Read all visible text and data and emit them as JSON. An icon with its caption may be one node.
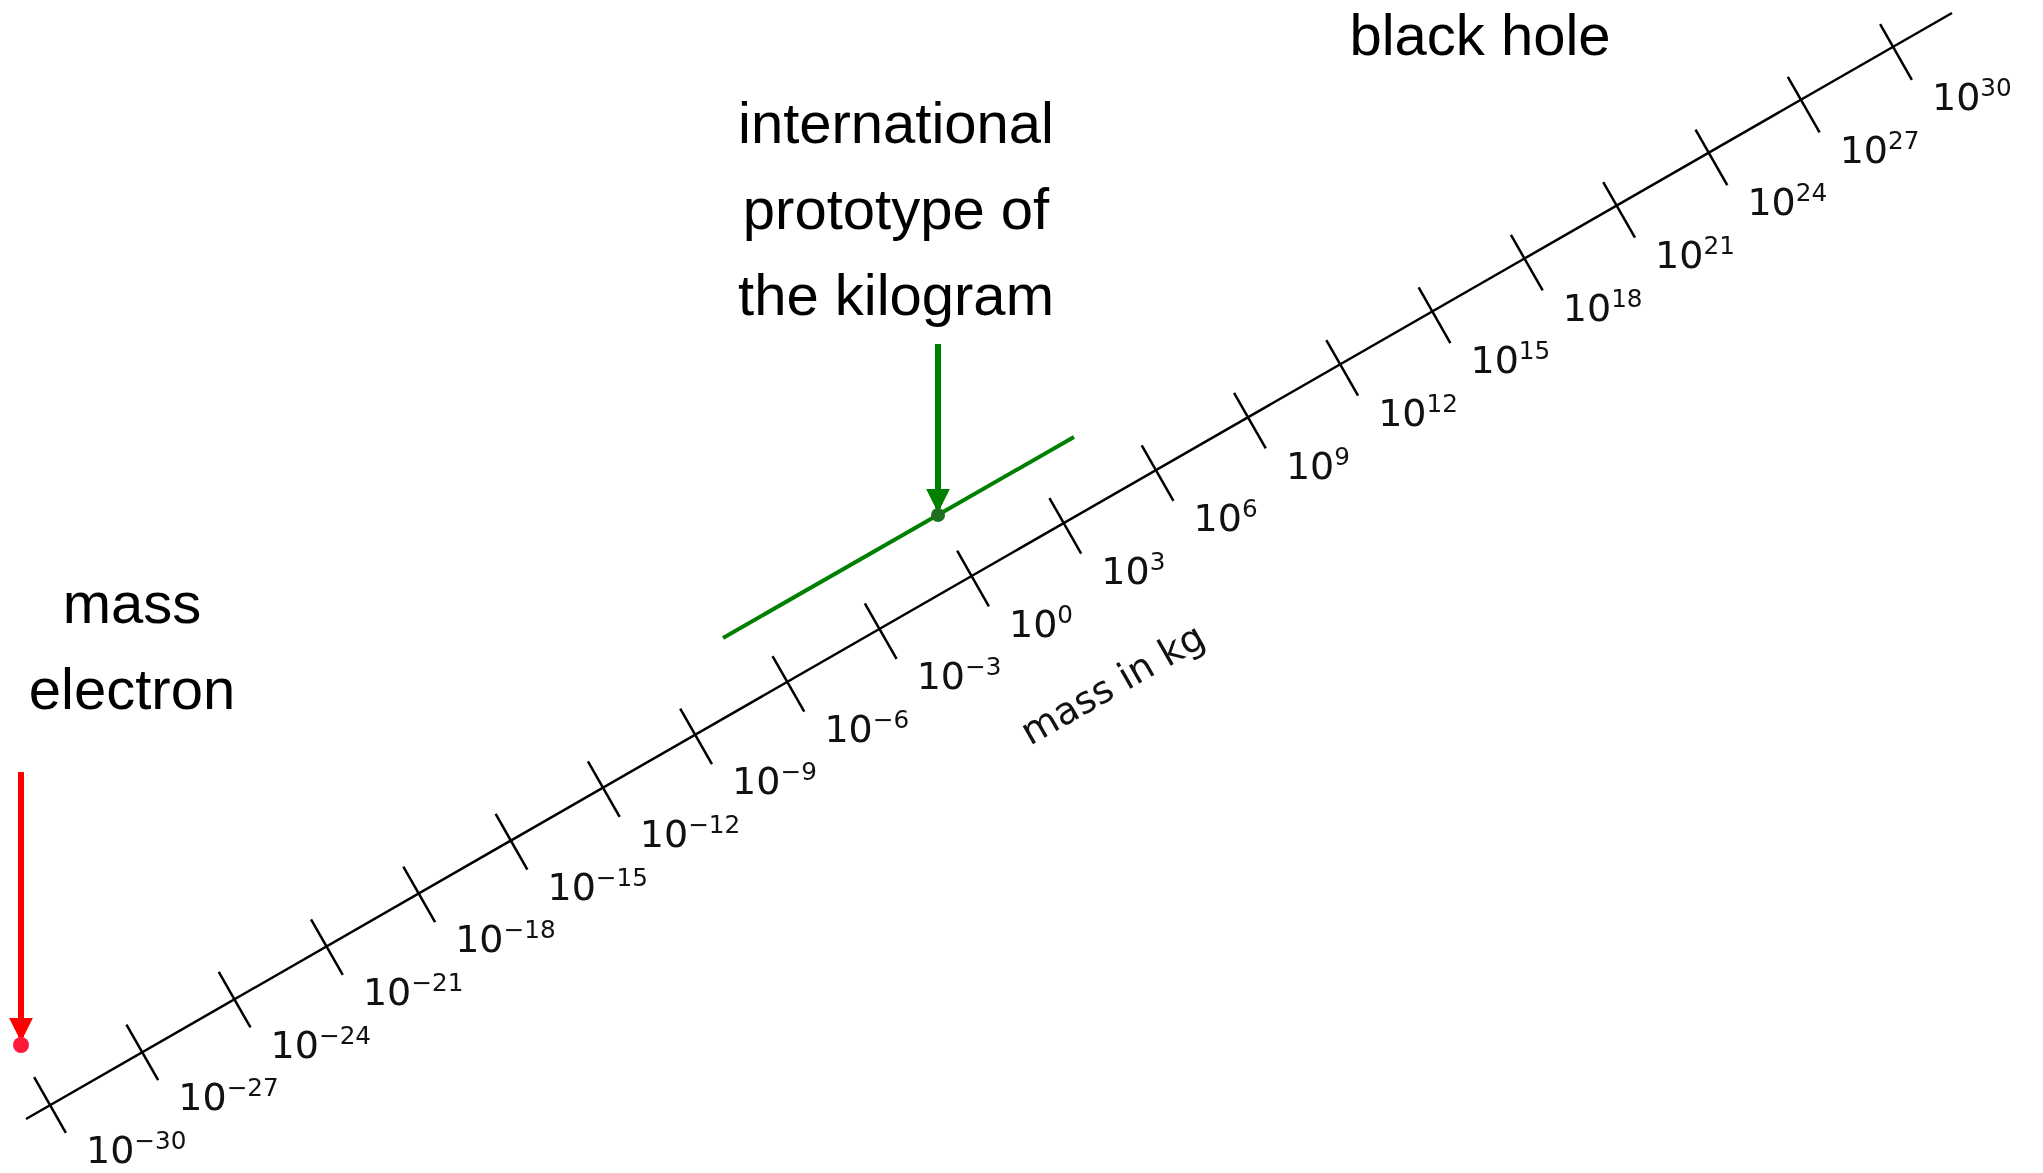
{
  "diagram": {
    "nodes": [
      {
        "text": [
          "international prototype of the kilogram"
        ]
      },
      {
        "text": [],
        "shape": "circle"
      },
      {
        "text": [
          "mass electron"
        ]
      },
      {
        "text": [],
        "shape": "circle"
      }
    ],
    "edges": [
      {
        "from": 0,
        "to": 1,
        "arrow": "to",
        "color": "#008000"
      },
      {
        "from": 2,
        "to": 3,
        "arrow": "to",
        "color": "#ff0000"
      }
    ],
    "labels": [
      "black hole",
      "10$^{−30}$",
      "10$^{−27}$",
      "10$^{−24}$",
      "10$^{−21}$",
      "10$^{−18}$",
      "10$^{−15}$",
      "10$^{−12}$",
      "10$^{−9}$",
      "10$^{−6}$",
      "10$^{−3}$",
      "10$^{0}$",
      "10$^{3}$",
      "10$^{6}$",
      "10$^{9}$",
      "10$^{12}$",
      "10$^{15}$",
      "10$^{18}$",
      "10$^{21}$",
      "10$^{24}$",
      "10$^{27}$",
      "10$^{30}$",
      "mass in kg"
    ]
  }
}
